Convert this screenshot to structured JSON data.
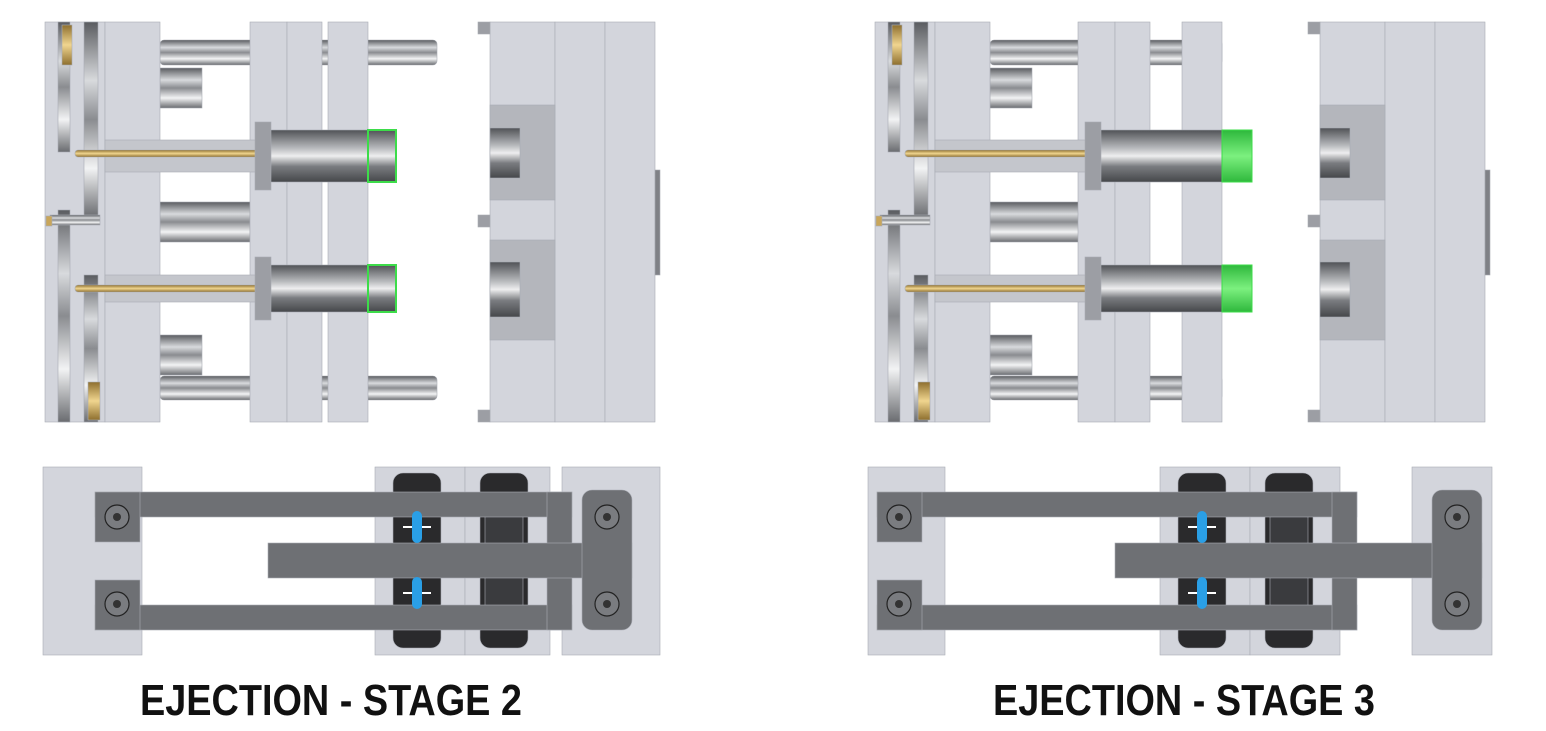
{
  "panels": [
    {
      "caption": "EJECTION - STAGE 2",
      "stage": 2
    },
    {
      "caption": "EJECTION - STAGE 3",
      "stage": 3
    }
  ],
  "colors": {
    "plate": "#d3d5dc",
    "plate_edge": "#a9acb4",
    "steel_dark": "#6e7074",
    "brass": "#c9a65a",
    "part_green": "#3ddc4a",
    "latch_blue": "#2a9fe6",
    "pocket_black": "#2a2a2c"
  }
}
